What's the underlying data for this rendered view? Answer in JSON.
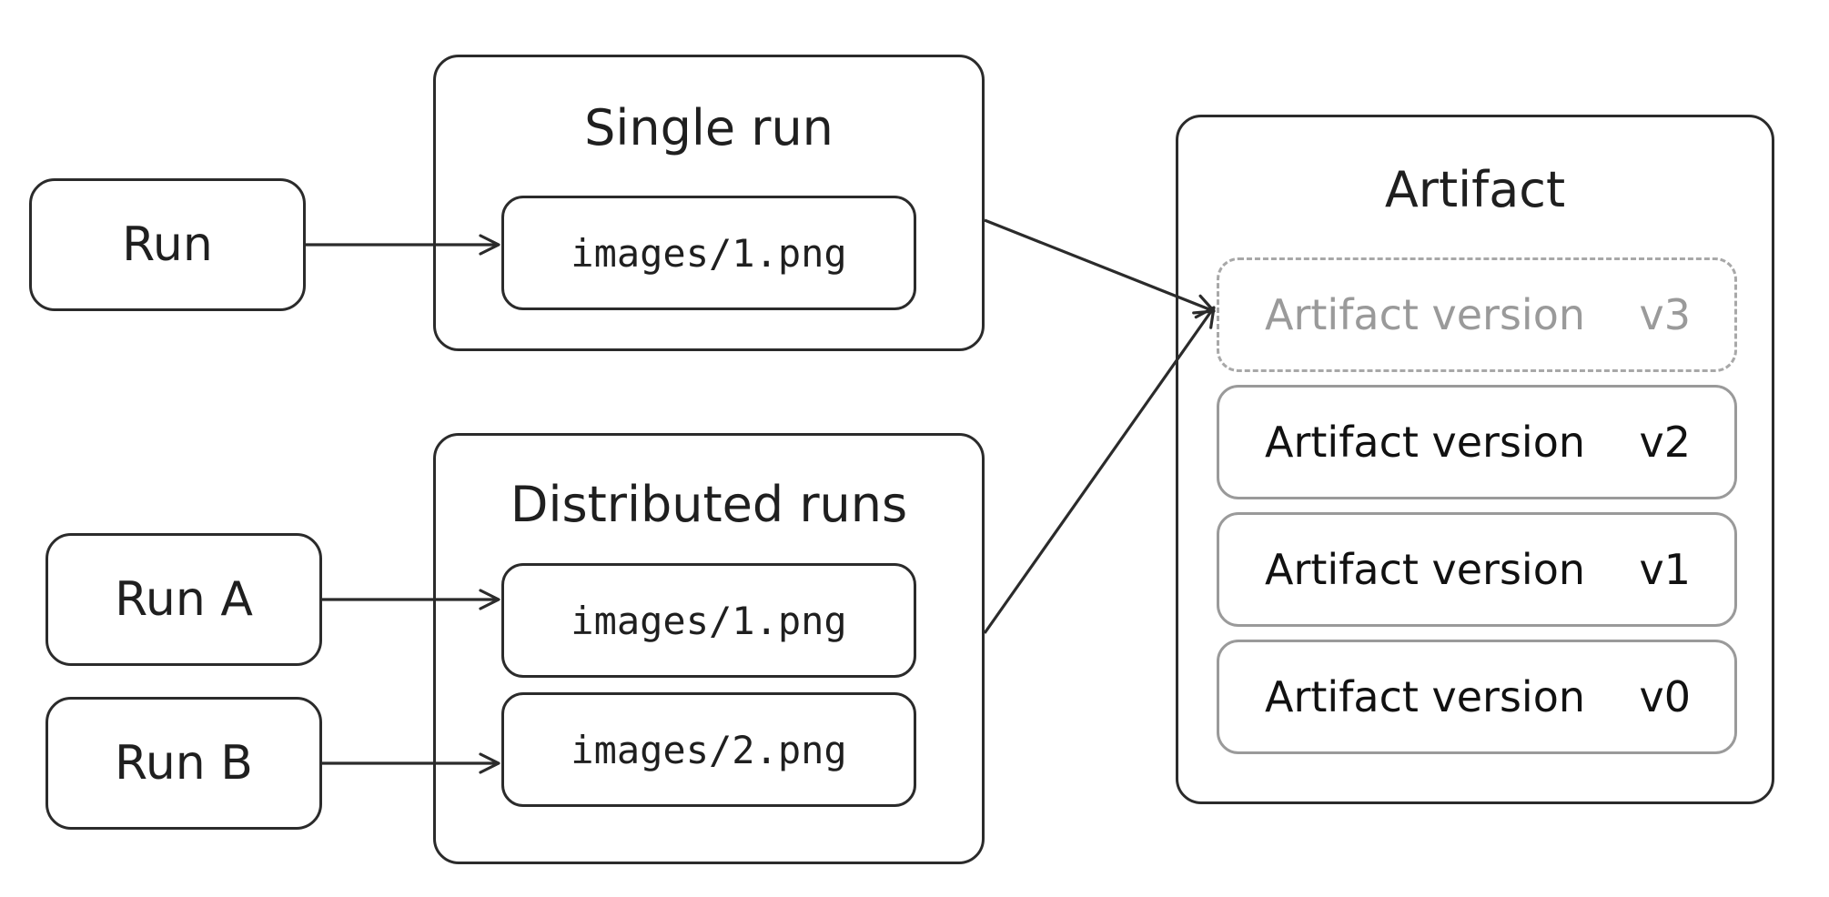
{
  "runs": {
    "single": "Run",
    "a": "Run A",
    "b": "Run B"
  },
  "single_run": {
    "title": "Single run",
    "file": "images/1.png"
  },
  "distributed_runs": {
    "title": "Distributed runs",
    "file_a": "images/1.png",
    "file_b": "images/2.png"
  },
  "artifact": {
    "title": "Artifact",
    "versions": [
      {
        "name": "Artifact version",
        "tag": "v3"
      },
      {
        "name": "Artifact version",
        "tag": "v2"
      },
      {
        "name": "Artifact version",
        "tag": "v1"
      },
      {
        "name": "Artifact version",
        "tag": "v0"
      }
    ]
  },
  "colors": {
    "stroke": "#2b2b2b",
    "version_border": "#9a9a9a",
    "pending_text": "#9a9a9a"
  }
}
